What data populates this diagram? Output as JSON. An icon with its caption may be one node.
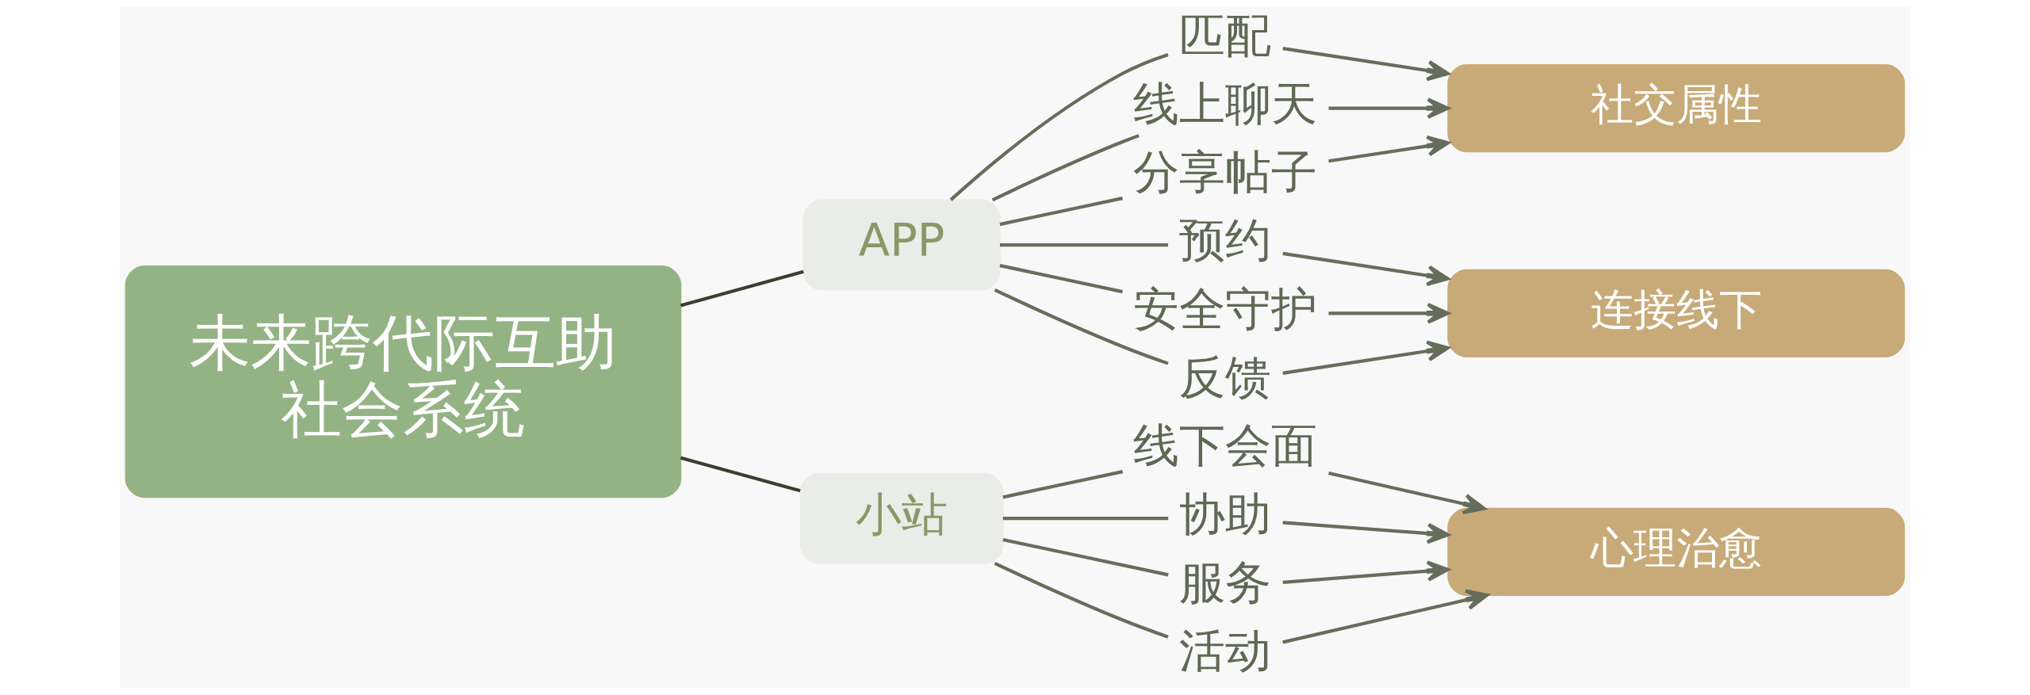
{
  "diagram": {
    "nodes": [
      {
        "text": [
          "未来跨代际互助社会系统"
        ]
      },
      {
        "text": [
          "APP"
        ]
      },
      {
        "text": [
          "小站"
        ]
      },
      {
        "text": [
          "匹配"
        ]
      },
      {
        "text": [
          "线上聊天"
        ]
      },
      {
        "text": [
          "分享帖子"
        ]
      },
      {
        "text": [
          "预约"
        ]
      },
      {
        "text": [
          "安全守护"
        ]
      },
      {
        "text": [
          "反馈"
        ]
      },
      {
        "text": [
          "线下会面"
        ]
      },
      {
        "text": [
          "协助"
        ]
      },
      {
        "text": [
          "服务"
        ]
      },
      {
        "text": [
          "活动"
        ]
      },
      {
        "text": [
          "社交属性"
        ]
      },
      {
        "text": [
          "连接线下"
        ]
      },
      {
        "text": [
          "心理治愈"
        ]
      }
    ],
    "edges": [
      {
        "from": 0,
        "to": 1,
        "arrow": "none",
        "color": "#3d3d2f"
      },
      {
        "from": 0,
        "to": 2,
        "arrow": "none",
        "color": "#3d3d2f"
      },
      {
        "from": 1,
        "to": 3,
        "arrow": "none"
      },
      {
        "from": 1,
        "to": 4,
        "arrow": "none"
      },
      {
        "from": 1,
        "to": 5,
        "arrow": "none"
      },
      {
        "from": 1,
        "to": 6,
        "arrow": "none"
      },
      {
        "from": 1,
        "to": 7,
        "arrow": "none"
      },
      {
        "from": 1,
        "to": 8,
        "arrow": "none"
      },
      {
        "from": 2,
        "to": 9,
        "arrow": "none"
      },
      {
        "from": 2,
        "to": 10,
        "arrow": "none"
      },
      {
        "from": 2,
        "to": 11,
        "arrow": "none"
      },
      {
        "from": 2,
        "to": 12,
        "arrow": "none"
      },
      {
        "from": 3,
        "to": 13,
        "arrow": "to"
      },
      {
        "from": 4,
        "to": 13,
        "arrow": "to"
      },
      {
        "from": 5,
        "to": 13,
        "arrow": "to"
      },
      {
        "from": 6,
        "to": 14,
        "arrow": "to"
      },
      {
        "from": 7,
        "to": 14,
        "arrow": "to"
      },
      {
        "from": 8,
        "to": 14,
        "arrow": "to"
      },
      {
        "from": 9,
        "to": 15,
        "arrow": "to"
      },
      {
        "from": 10,
        "to": 15,
        "arrow": "to"
      },
      {
        "from": 11,
        "to": 15,
        "arrow": "to"
      },
      {
        "from": 12,
        "to": 15,
        "arrow": "to"
      }
    ]
  }
}
